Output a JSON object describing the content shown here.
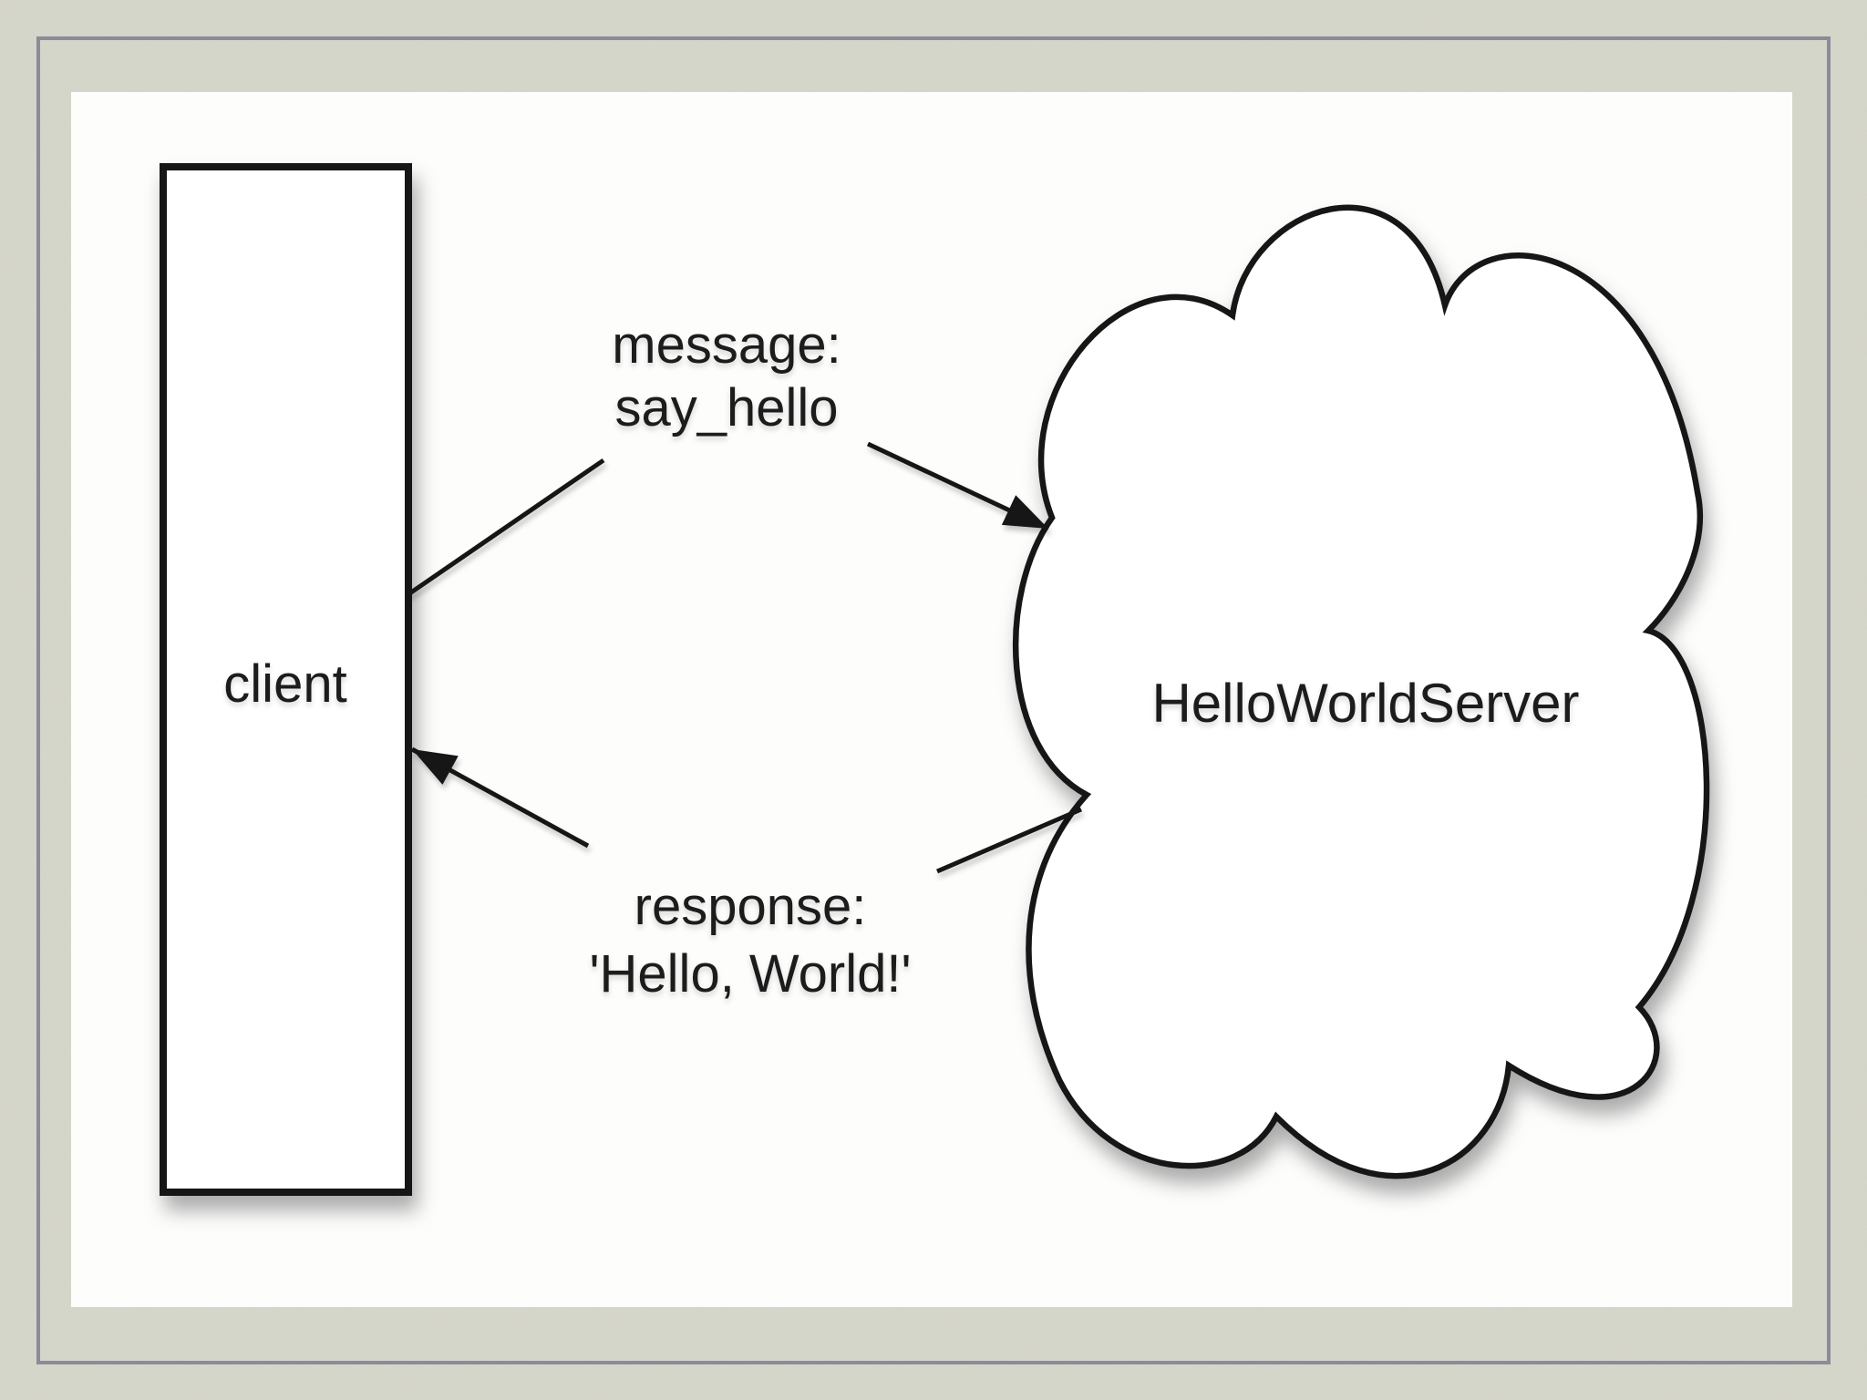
{
  "slide": {
    "kind": "presentation-slide",
    "background_texture": "paper-noise"
  },
  "colors": {
    "background": "#d6d7ca",
    "frame_border": "#8b8b99",
    "slide_white": "#fdfdfc",
    "shape_fill": "#ffffff",
    "ink": "#161616"
  },
  "diagram": {
    "type": "client-server-message-flow",
    "nodes": [
      {
        "id": "client",
        "label": "client",
        "shape": "rectangle"
      },
      {
        "id": "server",
        "label": "HelloWorldServer",
        "shape": "cloud"
      }
    ],
    "edges": [
      {
        "from": "client",
        "to": "server",
        "label_line1": "message:",
        "label_line2": "say_hello",
        "direction": "client-to-server"
      },
      {
        "from": "server",
        "to": "client",
        "label_line1": "response:",
        "label_line2": "'Hello, World!'",
        "direction": "server-to-client"
      }
    ]
  }
}
